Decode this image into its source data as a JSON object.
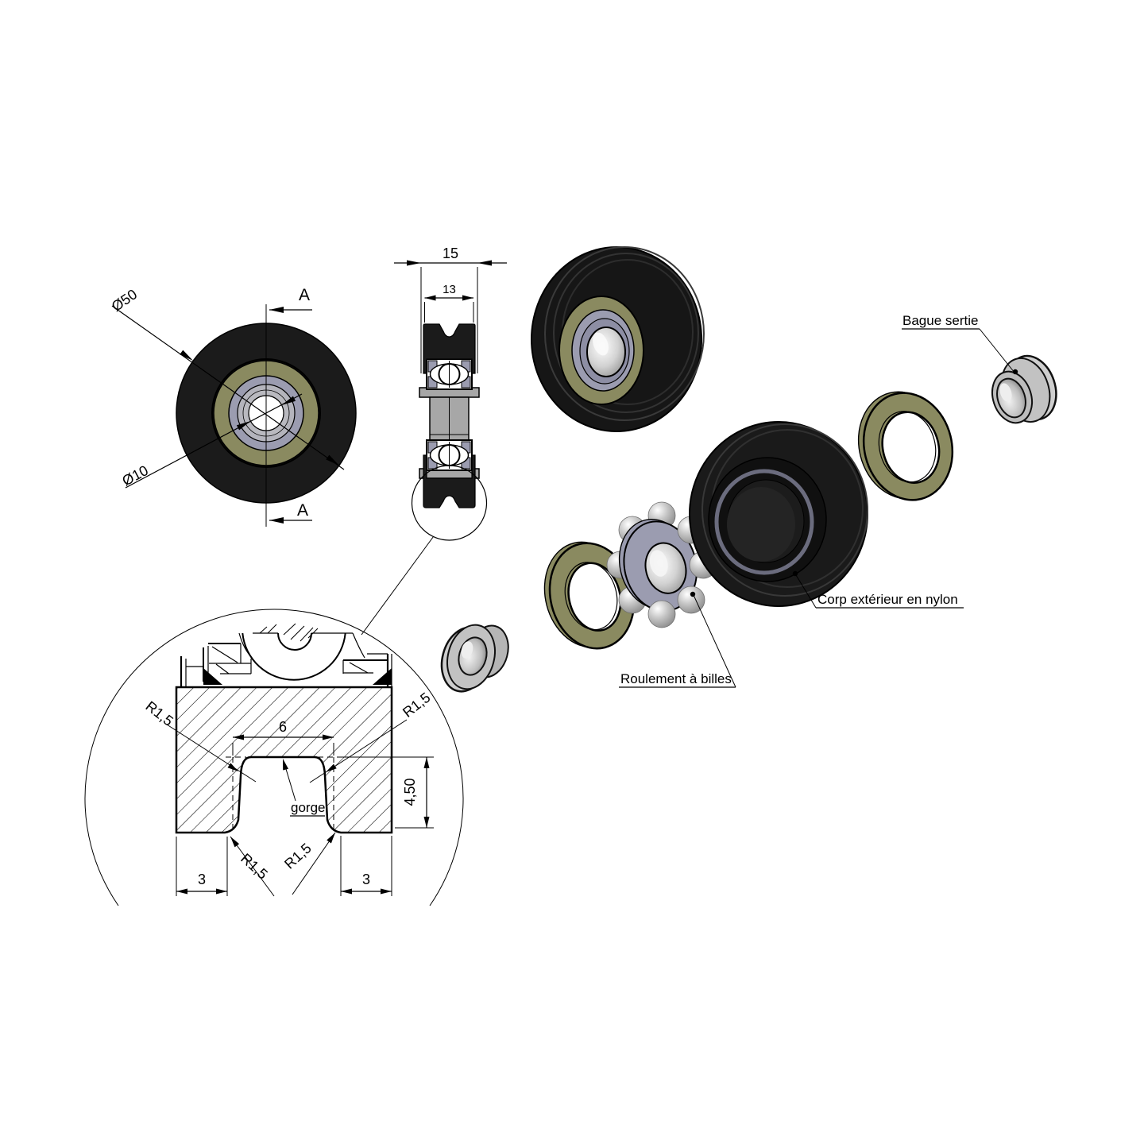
{
  "front_view": {
    "dim_outer_diameter": "Ø50",
    "dim_bore_diameter": "Ø10",
    "section_arrow_top": "A",
    "section_arrow_bottom": "A"
  },
  "section_view": {
    "dim_overall_width": "15",
    "dim_groove_width": "13"
  },
  "detail_view": {
    "fillet_top_left": "R1,5",
    "fillet_top_right": "R1,5",
    "fillet_bottom_left": "R1,5",
    "fillet_bottom_right": "R1,5",
    "dim_groove_top_width": "6",
    "dim_groove_depth": "4,50",
    "dim_shoulder_left": "3",
    "dim_shoulder_right": "3",
    "groove_label": "gorge"
  },
  "callouts": {
    "crimped_ring": "Bague sertie",
    "outer_body": "Corp extérieur en nylon",
    "ball_bearing": "Roulement à billes"
  },
  "colors": {
    "background": "#ffffff",
    "line": "#000000",
    "nylon_body": "#1b1b1b",
    "seal_olive": "#8a8a60",
    "bearing_steel_blue": "#9b9cb0",
    "hub_gray": "#a7a7a7",
    "metal_light": "#e8e8e8",
    "metal_dark": "#8f8f8f"
  }
}
